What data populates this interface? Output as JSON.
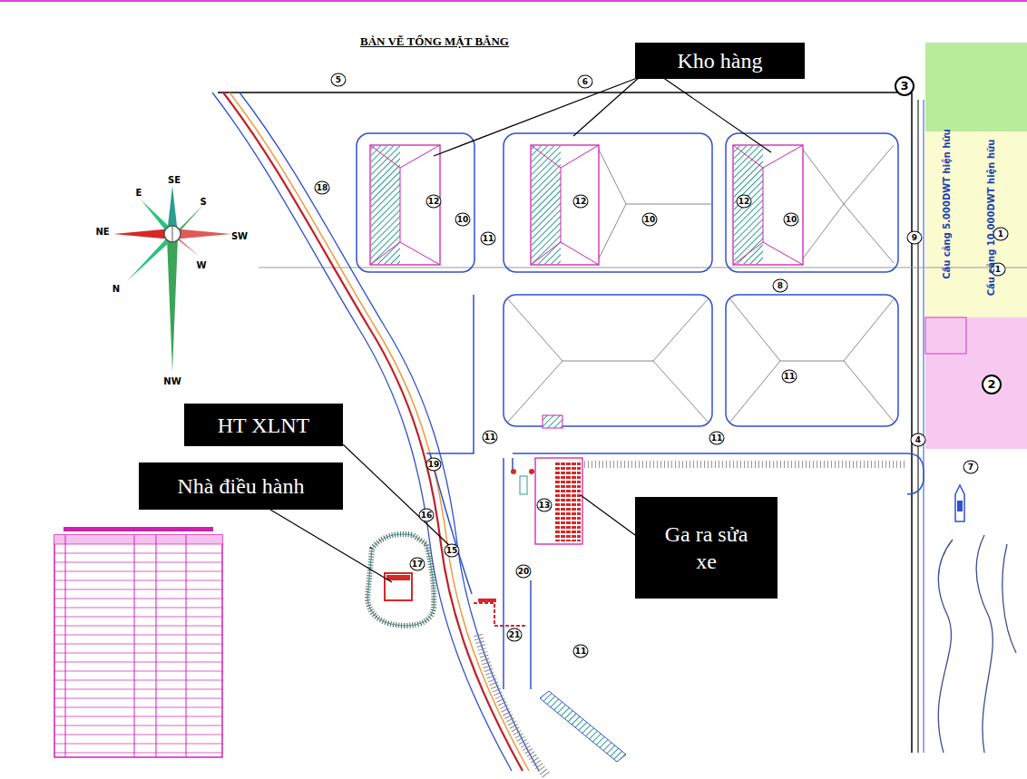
{
  "diagram": {
    "title": "BẢN VẼ TỔNG MẶT BẰNG",
    "nodes": [
      {
        "text": [
          "Kho hàng"
        ]
      },
      {
        "text": [
          "HT XLNT"
        ]
      },
      {
        "text": [
          "Nhà điều hành"
        ]
      },
      {
        "text": [
          "Ga ra sửa xe"
        ]
      }
    ],
    "labels": [
      "SE",
      "E",
      "S",
      "NE",
      "SW",
      "W",
      "N",
      "NW",
      "5",
      "6",
      "3",
      "18",
      "12",
      "10",
      "11",
      "12",
      "10",
      "12",
      "10",
      "9",
      "1",
      "1",
      "8",
      "11",
      "2",
      "11",
      "11",
      "4",
      "7",
      "19",
      "16",
      "15",
      "17",
      "13",
      "20",
      "21",
      "11",
      "Cầu cảng 5.000DWT hiện hữu",
      "Cầu cảng 10.000DWT hiện hữu"
    ]
  }
}
